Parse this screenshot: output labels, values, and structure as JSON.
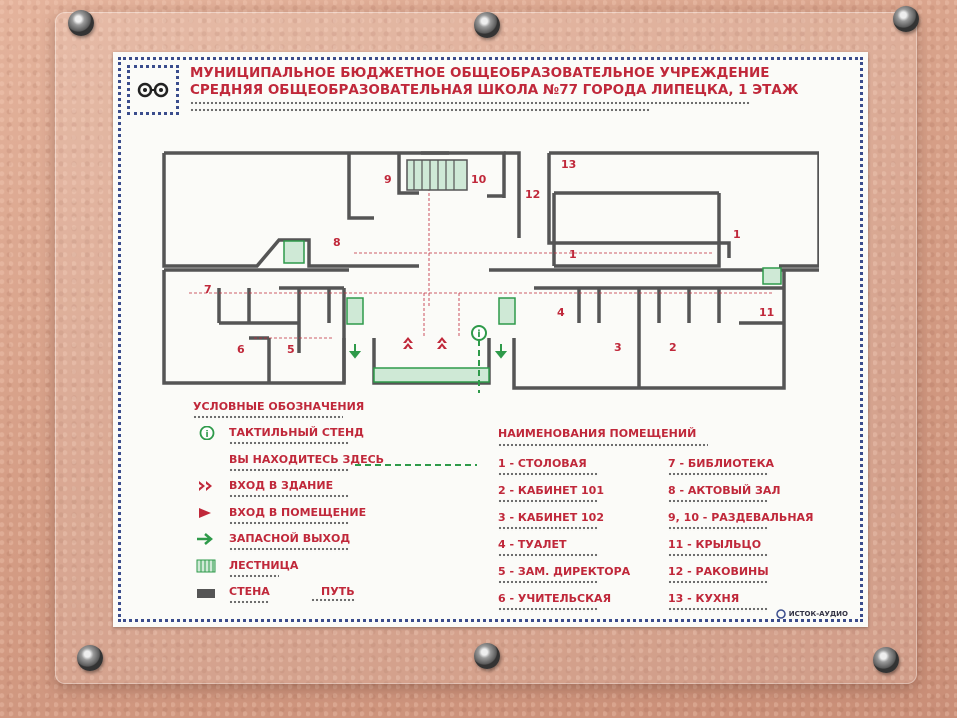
{
  "title": {
    "line1": "МУНИЦИПАЛЬНОЕ БЮДЖЕТНОЕ ОБЩЕОБРАЗОВАТЕЛЬНОЕ УЧРЕЖДЕНИЕ",
    "line2": "СРЕДНЯЯ ОБЩЕОБРАЗОВАТЕЛЬНАЯ ШКОЛА №77 ГОРОДА ЛИПЕЦКА, 1 ЭТАЖ"
  },
  "legend": {
    "heading": "УСЛОВНЫЕ ОБОЗНАЧЕНИЯ",
    "items": [
      {
        "label": "ТАКТИЛЬНЫЙ СТЕНД",
        "icon": "info-circle-icon"
      },
      {
        "label": "ВЫ НАХОДИТЕСЬ ЗДЕСЬ",
        "icon": "you-are-here-icon"
      },
      {
        "label": "ВХОД В ЗДАНИЕ",
        "icon": "double-chevron-icon"
      },
      {
        "label": "ВХОД В ПОМЕЩЕНИЕ",
        "icon": "triangle-icon"
      },
      {
        "label": "ЗАПАСНОЙ ВЫХОД",
        "icon": "green-arrow-icon"
      },
      {
        "label": "ЛЕСТНИЦА",
        "icon": "stairs-icon"
      }
    ],
    "wall_label": "СТЕНА",
    "path_label": "ПУТЬ"
  },
  "rooms": {
    "heading": "НАИМЕНОВАНИЯ ПОМЕЩЕНИЙ",
    "col1": [
      "1 - СТОЛОВАЯ",
      "2 - КАБИНЕТ 101",
      "3 - КАБИНЕТ 102",
      "4 - ТУАЛЕТ",
      "5 - ЗАМ. ДИРЕКТОРА",
      "6 - УЧИТЕЛЬСКАЯ"
    ],
    "col2": [
      "7 - БИБЛИОТЕКА",
      "8 - АКТОВЫЙ ЗАЛ",
      "9, 10 - РАЗДЕВАЛЬНАЯ",
      "11 - КРЫЛЬЦО",
      "12 - РАКОВИНЫ",
      "13 - КУХНЯ"
    ]
  },
  "plan_labels": {
    "r1a": "1",
    "r1b": "1",
    "r2": "2",
    "r3": "3",
    "r4": "4",
    "r5": "5",
    "r6": "6",
    "r7": "7",
    "r8": "8",
    "r9": "9",
    "r10": "10",
    "r11": "11",
    "r12": "12",
    "r13": "13"
  },
  "logo": "ИСТОК-АУДИО",
  "colors": {
    "accent_red": "#c0283a",
    "border_blue": "#3a4c8c",
    "wall_gray": "#555555",
    "green": "#2e9a4a"
  }
}
